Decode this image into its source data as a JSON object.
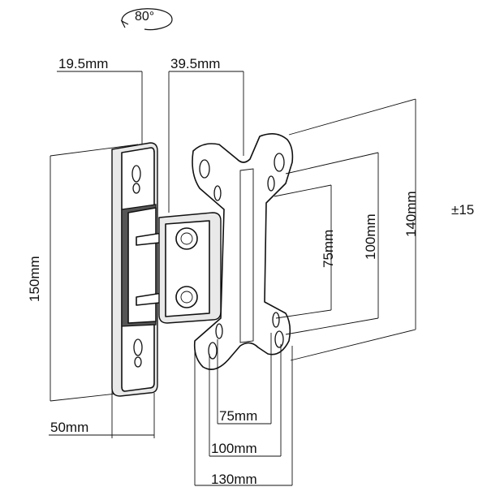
{
  "diagram": {
    "rotation_label": "80°",
    "tolerance_label": "±15",
    "wall_plate": {
      "height_label": "150mm",
      "depth_label": "50mm",
      "offset_label": "19.5mm"
    },
    "arm_label": "39.5mm",
    "vesa_plate": {
      "horizontal": [
        "75mm",
        "100mm",
        "130mm"
      ],
      "vertical": [
        "75mm",
        "100mm",
        "140mm"
      ]
    }
  }
}
